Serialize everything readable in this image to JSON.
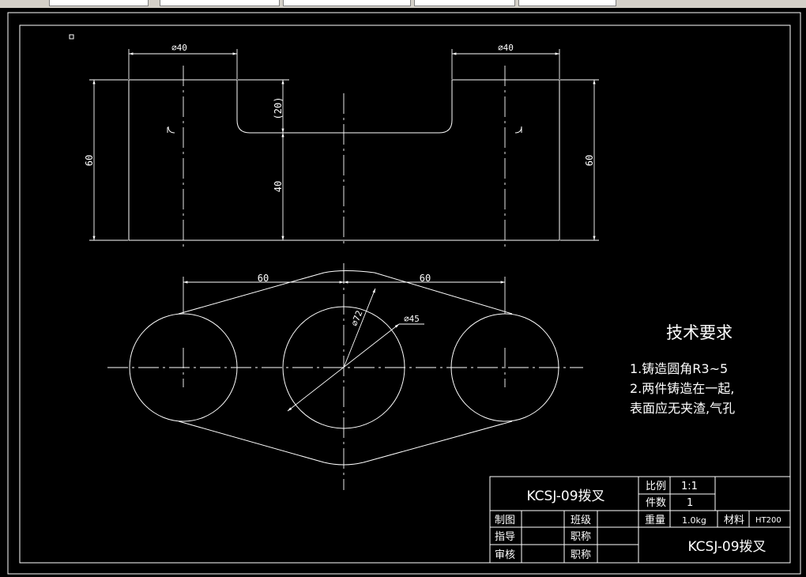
{
  "drawing": {
    "front_view": {
      "dims": {
        "dia_left": "⌀40",
        "dia_right": "⌀40",
        "height_left": "60",
        "height_right": "60",
        "slot_depth": "(20)",
        "base_height": "40"
      }
    },
    "top_view": {
      "dims": {
        "span_left": "60",
        "span_right": "60",
        "outer_dia": "⌀72",
        "inner_dia": "⌀45"
      }
    },
    "notes": {
      "title": "技术要求",
      "line1": "1.铸造圆角R3~5",
      "line2": "2.两件铸造在一起,",
      "line3": "表面应无夹渣,气孔"
    },
    "title_block": {
      "part_name": "KCSJ-09拨叉",
      "part_name_2": "KCSJ-09拨叉",
      "scale_label": "比例",
      "scale_value": "1:1",
      "count_label": "件数",
      "count_value": "1",
      "weight_label": "重量",
      "weight_value": "1.0kg",
      "material_label": "材料",
      "material_value": "HT200",
      "drawn_label": "制图",
      "class_label": "班级",
      "guide_label": "指导",
      "title_label_1": "职称",
      "review_label": "审核",
      "title_label_2": "职称"
    }
  }
}
